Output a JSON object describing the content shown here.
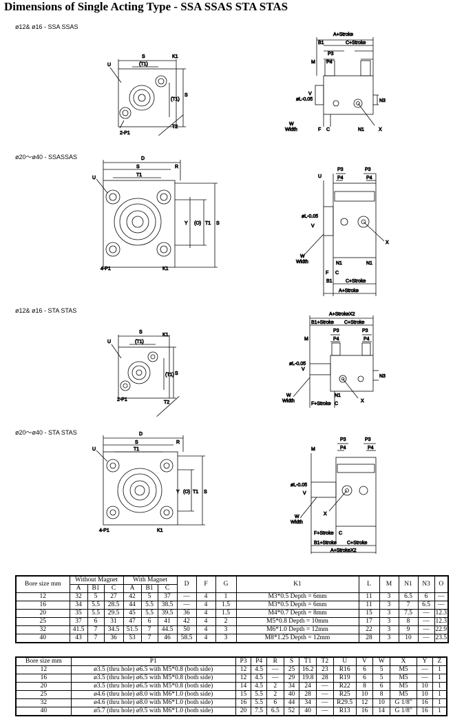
{
  "title": "Dimensions of Single Acting Type - SSA SSAS STA STAS",
  "sections": [
    {
      "label": "ø12& ø16 - SSA SSAS"
    },
    {
      "label": "ø20～ø40 - SSASSAS"
    },
    {
      "label": "ø12& ø16 - STA STAS"
    },
    {
      "label": "ø20～ø40 - STA STAS"
    }
  ],
  "drawing_labels": {
    "s1_front": [
      "S",
      "(T1)",
      "K1",
      "U",
      "(T1)",
      "S",
      "T2",
      "2-P1"
    ],
    "s1_side": [
      "A+Stroke",
      "B1",
      "C+Stroke",
      "P3",
      "P4",
      "M",
      "W",
      "Width",
      "F",
      "C",
      "N1",
      "X",
      "N3",
      "V",
      "øL-0.05"
    ],
    "s2_front": [
      "D",
      "S",
      "R",
      "U",
      "T1",
      "Y",
      "(O)",
      "T1",
      "S",
      "4-P1",
      "K1"
    ],
    "s2_side": [
      "P3",
      "P3",
      "P4",
      "P4",
      "U",
      "V",
      "øL-0.05",
      "W",
      "Width",
      "X",
      "N1",
      "N1",
      "F",
      "C",
      "B1",
      "C+Stroke",
      "A+Stroke"
    ],
    "s3_front": [
      "S",
      "(T1)",
      "K1",
      "U",
      "(T1)",
      "S",
      "T2",
      "2-P1"
    ],
    "s3_side": [
      "A+StrokeX2",
      "B1+Stroke",
      "C+Stroke",
      "P3",
      "P4",
      "P3",
      "P4",
      "M",
      "V",
      "øL-0.05",
      "W",
      "Width",
      "N1",
      "X",
      "F+Stroke",
      "C",
      "N3"
    ],
    "s4_front": [
      "D",
      "S",
      "R",
      "T1",
      "U",
      "Y",
      "(O)",
      "T1",
      "S",
      "4-P1",
      "K1"
    ],
    "s4_side": [
      "P3",
      "P3",
      "P4",
      "P4",
      "M",
      "V",
      "øL-0.05",
      "W",
      "Width",
      "X",
      "F+Stroke",
      "C",
      "B1+Stroke",
      "C+Stroke",
      "A+StrokeX2"
    ]
  },
  "table1": {
    "header_row1": [
      "Bore size mm",
      "Without Magnet",
      "With Magnet",
      "D",
      "F",
      "G",
      "K1",
      "L",
      "M",
      "N1",
      "N3",
      "O"
    ],
    "header_row2": [
      "A",
      "B1",
      "C",
      "A",
      "B1",
      "C"
    ],
    "rows": [
      [
        "12",
        "32",
        "5",
        "27",
        "42",
        "5",
        "37",
        "—",
        "4",
        "1",
        "M3*0.5    Depth = 6mm",
        "11",
        "3",
        "6.5",
        "6",
        "—"
      ],
      [
        "16",
        "34",
        "5.5",
        "28.5",
        "44",
        "5.5",
        "38.5",
        "—",
        "4",
        "1.5",
        "M3*0.5    Depth = 6mm",
        "11",
        "3",
        "7",
        "6.5",
        "—"
      ],
      [
        "20",
        "35",
        "5.5",
        "29.5",
        "45",
        "5.5",
        "39.5",
        "36",
        "4",
        "1.5",
        "M4*0.7    Depth = 8mm",
        "15",
        "3",
        "7.5",
        "—",
        "12.3"
      ],
      [
        "25",
        "37",
        "6",
        "31",
        "47",
        "6",
        "41",
        "42",
        "4",
        "2",
        "M5*0.8    Depth = 10mm",
        "17",
        "3",
        "8",
        "—",
        "12.3"
      ],
      [
        "32",
        "41.5",
        "7",
        "34.5",
        "51.5",
        "7",
        "44.5",
        "50",
        "4",
        "3",
        "M6*1.0    Depth = 12mm",
        "22",
        "3",
        "9",
        "—",
        "22.9"
      ],
      [
        "40",
        "43",
        "7",
        "36",
        "53",
        "7",
        "46",
        "58.5",
        "4",
        "3",
        "M8*1.25    Depth = 12mm",
        "28",
        "3",
        "10",
        "—",
        "23.5"
      ]
    ]
  },
  "table2": {
    "header": [
      "Bore size mm",
      "P1",
      "P3",
      "P4",
      "R",
      "S",
      "T1",
      "T2",
      "U",
      "V",
      "W",
      "X",
      "Y",
      "Z"
    ],
    "rows": [
      [
        "12",
        "ø3.5 (thru hole)   ø6.5 with M5*0.8 (both side)",
        "12",
        "4.5",
        "—",
        "25",
        "16.2",
        "23",
        "R16",
        "6",
        "5",
        "M5",
        "—",
        "1"
      ],
      [
        "16",
        "ø3.5 (thru hole)   ø6.5 with M5*0.8 (both side)",
        "12",
        "4.5",
        "—",
        "29",
        "19.8",
        "28",
        "R19",
        "6",
        "5",
        "M5",
        "—",
        "1"
      ],
      [
        "20",
        "ø3.5 (thru hole)   ø6.5 with M5*0.8 (both side)",
        "14",
        "4.5",
        "2",
        "34",
        "24",
        "—",
        "R22",
        "8",
        "6",
        "M5",
        "10",
        "1"
      ],
      [
        "25",
        "ø4.6 (thru hole)   ø8.0 with M6*1.0 (both side)",
        "15",
        "5.5",
        "2",
        "40",
        "28",
        "—",
        "R25",
        "10",
        "8",
        "M5",
        "10",
        "1"
      ],
      [
        "32",
        "ø4.6 (thru hole)   ø8.0 with M6*1.0 (both side)",
        "16",
        "5.5",
        "6",
        "44",
        "34",
        "—",
        "R29.5",
        "12",
        "10",
        "G 1/8\"",
        "16",
        "1"
      ],
      [
        "40",
        "ø5.7 (thru hole)   ø9.5 with M6*1.0 (both side)",
        "20",
        "7.5",
        "6.5",
        "52",
        "40",
        "—",
        "R13",
        "16",
        "14",
        "G 1/8\"",
        "16",
        "1"
      ]
    ]
  }
}
